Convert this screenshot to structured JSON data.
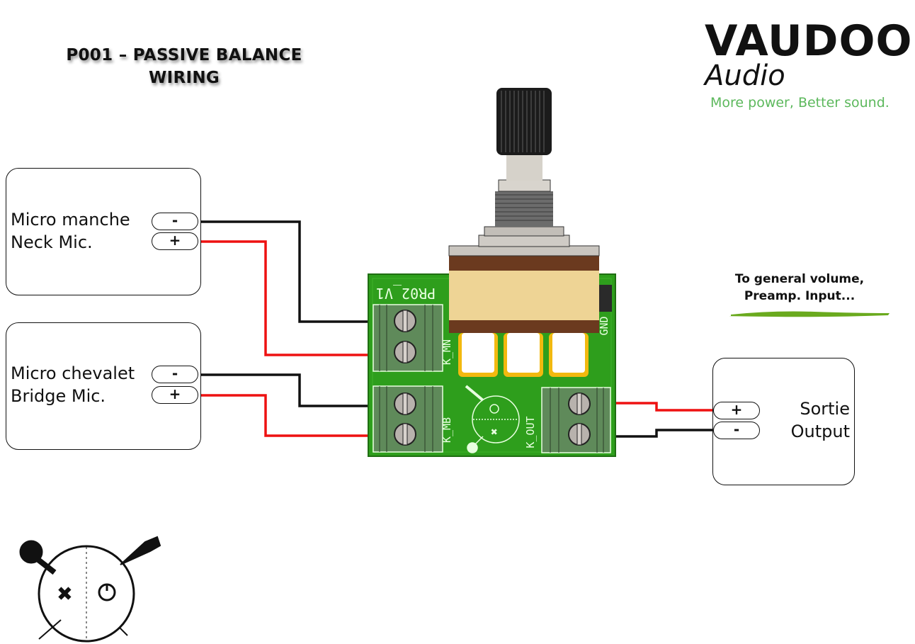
{
  "header": {
    "title_line1": "P001 – PASSIVE BALANCE",
    "title_line2": "WIRING"
  },
  "brand": {
    "name": "VAUDOO",
    "sub": "Audio",
    "tagline": "More power, Better sound.",
    "tagline_color": "#5cb85c"
  },
  "pickups": [
    {
      "label_fr": "Micro manche",
      "label_en": "Neck Mic.",
      "terminals": [
        "-",
        "+"
      ]
    },
    {
      "label_fr": "Micro chevalet",
      "label_en": "Bridge Mic.",
      "terminals": [
        "-",
        "+"
      ]
    }
  ],
  "output": {
    "label_fr": "Sortie",
    "label_en": "Output",
    "terminals": [
      "+",
      "-"
    ]
  },
  "note": {
    "line1": "To general volume,",
    "line2": "Preamp. Input...",
    "underline_color": "#6aaa1e"
  },
  "pcb": {
    "name": "PR02_V1",
    "connectors": [
      "K_MN",
      "K_MB",
      "K_OUT"
    ],
    "gnd_label": "GND",
    "board_color": "#2e9e1c"
  },
  "wires": {
    "positive_color": "#ee1111",
    "negative_color": "#111111"
  }
}
